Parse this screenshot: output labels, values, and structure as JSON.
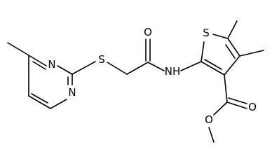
{
  "molecule": {
    "atom_labels": {
      "pyrimidine_n3": "N",
      "pyrimidine_n1": "N",
      "thioether_s": "S",
      "amide_o": "O",
      "amide_nh": "NH",
      "thiophene_s": "S",
      "ester_carbonyl_o": "O",
      "ester_o": "O"
    }
  }
}
